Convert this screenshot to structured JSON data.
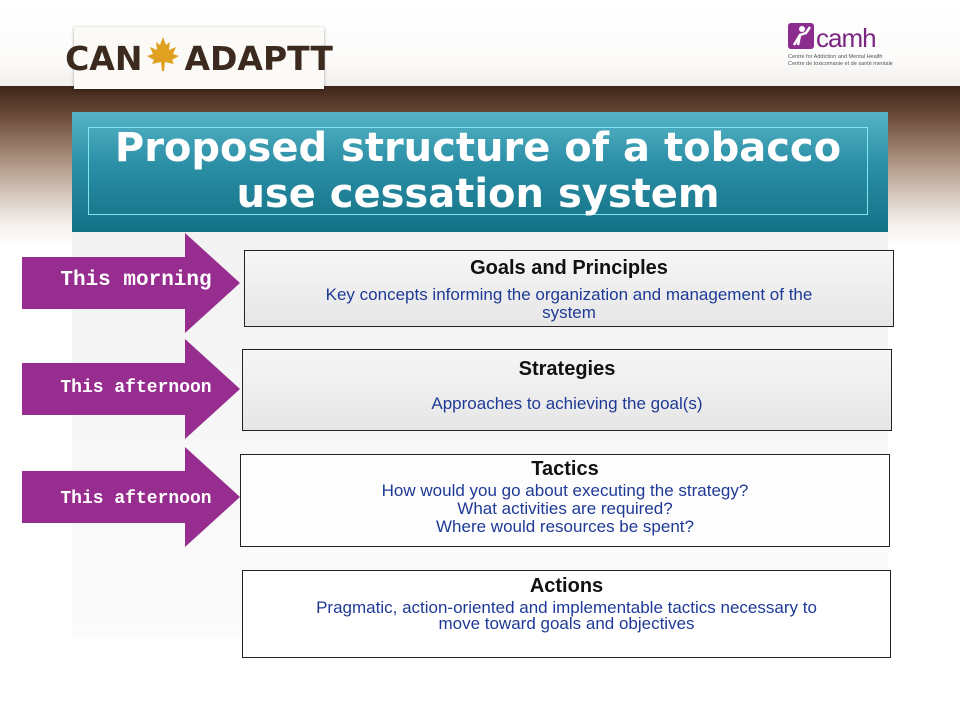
{
  "header": {
    "logo_left_text_a": "CAN",
    "logo_left_text_b": "ADAPTT",
    "logo_right_word": "camh",
    "logo_right_line1": "Centre for Addiction and Mental Health",
    "logo_right_line2": "Centre de toxicomanie et de santé mentale"
  },
  "title": {
    "line1": "Proposed structure of a tobacco",
    "line2": "use cessation system"
  },
  "arrows": [
    {
      "label": "This morning"
    },
    {
      "label": "This afternoon"
    },
    {
      "label": "This afternoon"
    }
  ],
  "boxes": [
    {
      "heading": "Goals and Principles",
      "lines": [
        "Key concepts informing the organization and management of the",
        "system"
      ]
    },
    {
      "heading": "Strategies",
      "lines": [
        "Approaches to achieving the goal(s)"
      ]
    },
    {
      "heading": "Tactics",
      "lines": [
        "How would you go about executing the strategy?",
        "What activities are required?",
        "Where would resources be spent?"
      ]
    },
    {
      "heading": "Actions",
      "lines": [
        "Pragmatic, action-oriented and implementable tactics necessary to",
        "move toward goals and objectives"
      ]
    }
  ],
  "colors": {
    "arrow_fill": "#962d8f",
    "title_band": "#2a8ea5",
    "body_text": "#1f3a96"
  }
}
